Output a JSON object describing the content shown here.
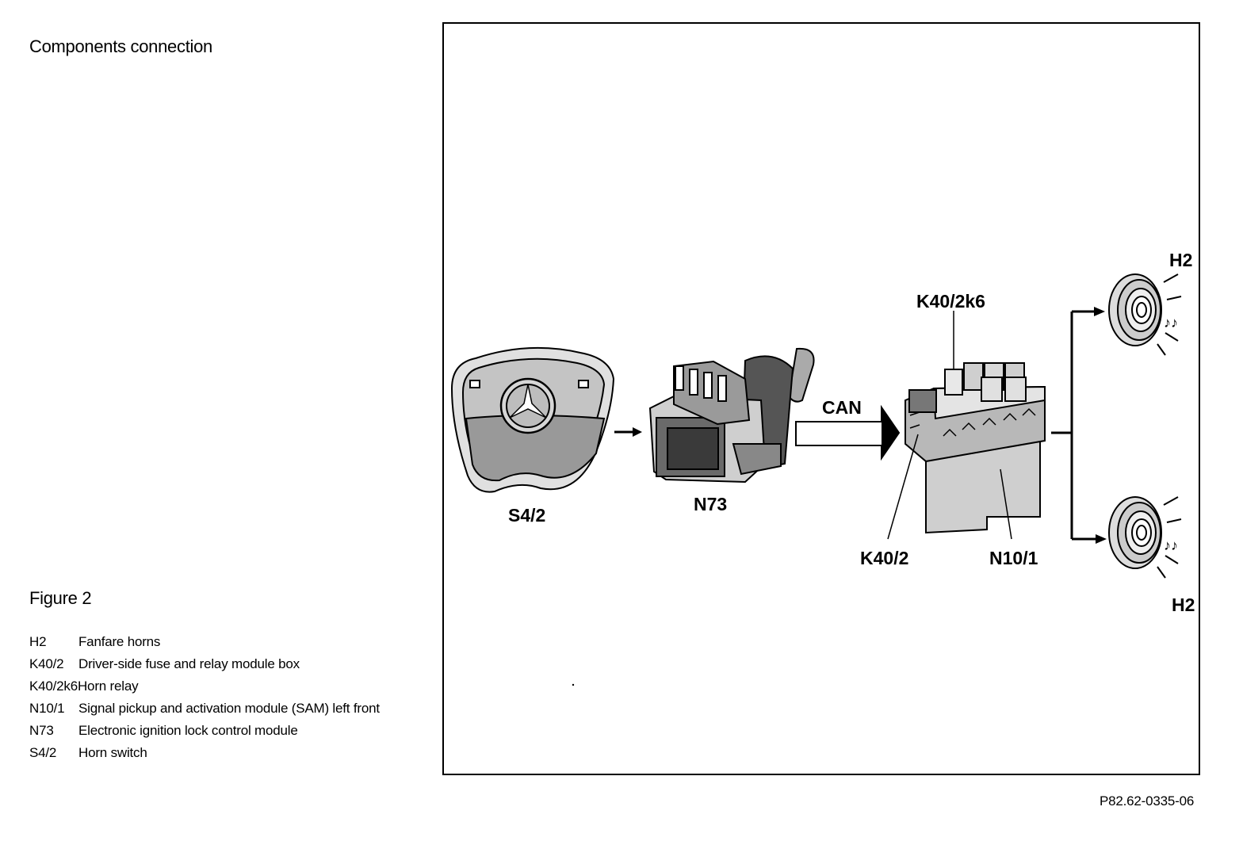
{
  "header": {
    "title": "Components connection"
  },
  "figure": {
    "label": "Figure 2",
    "reference": "P82.62-0335-06"
  },
  "legend": [
    {
      "code": "H2",
      "description": "Fanfare horns"
    },
    {
      "code": "K40/2",
      "description": "Driver-side fuse and relay module box"
    },
    {
      "code": "K40/2k6",
      "description": "Horn relay"
    },
    {
      "code": "N10/1",
      "description": "Signal pickup and activation module (SAM) left front"
    },
    {
      "code": "N73",
      "description": "Electronic ignition lock control module"
    },
    {
      "code": "S4/2",
      "description": "Horn switch"
    }
  ],
  "diagram": {
    "labels": {
      "horn_switch": "S4/2",
      "ignition_module": "N73",
      "bus": "CAN",
      "relay": "K40/2k6",
      "fuse_box": "K40/2",
      "sam": "N10/1",
      "horn_top": "H2",
      "horn_bottom": "H2"
    }
  }
}
